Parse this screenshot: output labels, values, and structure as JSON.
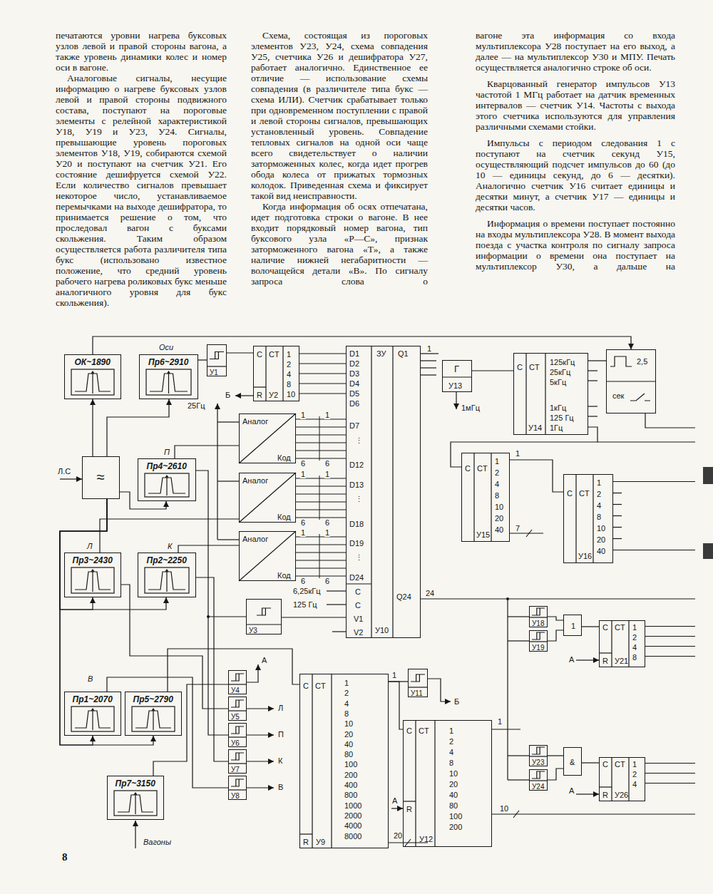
{
  "diagram": {
    "nodes": [
      {
        "text": [
          "ОК~1890"
        ]
      },
      {
        "text": [
          "Пр6~2910"
        ]
      },
      {
        "text": [
          "У1"
        ]
      },
      {
        "text": [
          "C",
          "CT",
          "1",
          "2",
          "4",
          "8",
          "10",
          "R",
          "У2"
        ]
      },
      {
        "text": [
          "D1",
          "D2",
          "D3",
          "D4",
          "D5",
          "D6",
          "D7",
          "⋮",
          "D12",
          "D13",
          "⋮",
          "D18",
          "D19",
          "⋮",
          "D24",
          "C",
          "C",
          "V1",
          "V2",
          "ЗУ",
          "Q1",
          "Q24",
          "У10"
        ]
      },
      {
        "text": [
          "Аналог",
          "Код"
        ]
      },
      {
        "text": [
          "Аналог",
          "Код"
        ]
      },
      {
        "text": [
          "Аналог",
          "Код"
        ]
      },
      {
        "text": [
          "≈"
        ]
      },
      {
        "text": [
          "Пр4~2610"
        ]
      },
      {
        "text": [
          "Пр3~2430"
        ]
      },
      {
        "text": [
          "Пр2~2250"
        ]
      },
      {
        "text": [
          "У3"
        ]
      },
      {
        "text": [
          "Пр1~2070"
        ]
      },
      {
        "text": [
          "Пр5~2790"
        ]
      },
      {
        "text": [
          "Пр7~3150"
        ]
      },
      {
        "text": [
          "У4"
        ]
      },
      {
        "text": [
          "У5"
        ]
      },
      {
        "text": [
          "У6"
        ]
      },
      {
        "text": [
          "У7"
        ]
      },
      {
        "text": [
          "У8"
        ]
      },
      {
        "text": [
          "C",
          "CT",
          "1",
          "2",
          "4",
          "8",
          "10",
          "20",
          "40",
          "80",
          "100",
          "200",
          "400",
          "800",
          "1000",
          "2000",
          "4000",
          "8000",
          "R",
          "У9"
        ]
      },
      {
        "text": [
          "У11"
        ]
      },
      {
        "text": [
          "C",
          "CT",
          "1",
          "2",
          "4",
          "8",
          "10",
          "20",
          "40",
          "80",
          "100",
          "200",
          "R",
          "У12"
        ]
      },
      {
        "text": [
          "Г",
          "У13"
        ]
      },
      {
        "text": [
          "C",
          "CT",
          "125кГц",
          "25кГц",
          "5кГц",
          "1кГц",
          "125 Гц",
          "1Гц",
          "У14"
        ]
      },
      {
        "text": [
          "2,5",
          "сек"
        ]
      },
      {
        "text": [
          "C",
          "CT",
          "1",
          "2",
          "4",
          "8",
          "10",
          "20",
          "40",
          "У15"
        ]
      },
      {
        "text": [
          "C",
          "CT",
          "1",
          "2",
          "4",
          "8",
          "10",
          "20",
          "40",
          "У16"
        ]
      },
      {
        "text": [
          "У18"
        ]
      },
      {
        "text": [
          "У19"
        ]
      },
      {
        "text": [
          "1"
        ]
      },
      {
        "text": [
          "C",
          "CT",
          "1",
          "2",
          "4",
          "8",
          "R",
          "У21"
        ]
      },
      {
        "text": [
          "У23"
        ]
      },
      {
        "text": [
          "У24"
        ]
      },
      {
        "text": [
          "&"
        ]
      },
      {
        "text": [
          "C",
          "CT",
          "1",
          "2",
          "4",
          "R",
          "У26"
        ]
      }
    ],
    "edges": [
      {
        "from": 0,
        "to": 26,
        "arrow": "to"
      },
      {
        "from": 1,
        "to": 2,
        "arrow": "none"
      },
      {
        "from": 2,
        "to": 3,
        "arrow": "none"
      },
      {
        "from": 3,
        "to": 4,
        "arrow": "none"
      },
      {
        "from": 5,
        "to": 4,
        "arrow": "none"
      },
      {
        "from": 6,
        "to": 4,
        "arrow": "none"
      },
      {
        "from": 7,
        "to": 4,
        "arrow": "none"
      },
      {
        "from": 8,
        "to": 0,
        "arrow": "to"
      },
      {
        "from": 8,
        "to": 1,
        "arrow": "to"
      },
      {
        "from": 8,
        "to": 9,
        "arrow": "to"
      },
      {
        "from": 8,
        "to": 10,
        "arrow": "to"
      },
      {
        "from": 8,
        "to": 11,
        "arrow": "to"
      },
      {
        "from": 8,
        "to": 13,
        "arrow": "to"
      },
      {
        "from": 8,
        "to": 14,
        "arrow": "to"
      },
      {
        "from": 9,
        "to": 5,
        "arrow": "none"
      },
      {
        "from": 10,
        "to": 6,
        "arrow": "none"
      },
      {
        "from": 11,
        "to": 7,
        "arrow": "none"
      },
      {
        "from": 12,
        "to": 4,
        "arrow": "none"
      },
      {
        "from": 9,
        "to": 18,
        "arrow": "none"
      },
      {
        "from": 10,
        "to": 17,
        "arrow": "none"
      },
      {
        "from": 11,
        "to": 19,
        "arrow": "none"
      },
      {
        "from": 13,
        "to": 20,
        "arrow": "none"
      },
      {
        "from": 15,
        "to": 16,
        "arrow": "none"
      },
      {
        "from": 14,
        "to": 21,
        "arrow": "none"
      },
      {
        "from": 21,
        "to": 22,
        "arrow": "none"
      },
      {
        "from": 21,
        "to": 23,
        "arrow": "none"
      },
      {
        "from": 24,
        "to": 25,
        "arrow": "none"
      },
      {
        "from": 25,
        "to": 26,
        "arrow": "none"
      },
      {
        "from": 25,
        "to": 27,
        "arrow": "none"
      },
      {
        "from": 27,
        "to": 28,
        "arrow": "none"
      },
      {
        "from": 29,
        "to": 31,
        "arrow": "none"
      },
      {
        "from": 30,
        "to": 31,
        "arrow": "none"
      },
      {
        "from": 31,
        "to": 32,
        "arrow": "none"
      },
      {
        "from": 33,
        "to": 35,
        "arrow": "none"
      },
      {
        "from": 34,
        "to": 35,
        "arrow": "none"
      },
      {
        "from": 35,
        "to": 36,
        "arrow": "none"
      }
    ],
    "labels": [
      "печатаются уровни нагрева буксовых узлов левой и правой стороны вагона, а также уровень динамики колес и номер оси в вагоне.",
      "Аналоговые сигналы, несущие информацию о нагреве буксовых узлов левой и правой стороны подвижного состава, поступают на пороговые элементы с релейной характеристикой У18, У19 и У23, У24. Сигналы, превышающие уровень пороговых элементов У18, У19, собираются схемой У20 и поступают на счетчик У21. Его состояние дешифруется схемой У22. Если количество сигналов превышает некоторое число, устанавливаемое перемычками на выходе дешифратора, то принимается решение о том, что проследовал вагон с буксами скольжения. Таким образом осуществляется работа различителя типа букс (использовано известное положение, что средний уровень рабочего нагрева роликовых букс меньше аналогичного уровня для букс скольжения).",
      "Схема, состоящая из пороговых элементов У23, У24, схема совпадения У25, счетчика У26 и дешифратора У27, работает аналогично. Единственное ее отличие — использование схемы совпадения (в различителе типа букс — схема ИЛИ). Счетчик срабатывает только при одновременном поступлении с правой и левой стороны сигналов, превышающих установленный уровень. Совпадение тепловых сигналов на одной оси чаще всего свидетельствует о наличии заторможенных колес, когда идет прогрев обода колеса от прижатых тормозных колодок. Приведенная схема и фиксирует такой вид неисправности.",
      "Когда информация об осях отпечатана, идет подготовка строки о вагоне. В нее входит порядковый номер вагона, тип буксового узла «Р—С», признак заторможенного вагона «Т», а также наличие нижней негабаритности — волочащейся детали «В». По сигналу запроса слова о",
      "вагоне эта информация со входа мультиплексора У28 поступает на его выход, а далее — на мультиплексор У30 и МПУ. Печать осуществляется аналогично строке об оси.",
      "Кварцованный генератор импульсов У13 частотой 1 МГц работает на датчик временных интервалов — счетчик У14. Частоты с выхода этого счетчика используются для управления различными схемами стойки.",
      "Импульсы с периодом следования 1 с поступают на счетчик секунд У15, осуществляющий подсчет импульсов до 60 (до 10 — единицы секунд, до 6 — десятки). Аналогично счетчик У16 считает единицы и десятки минут, а счетчик У17 — единицы и десятки часов.",
      "Информация о времени поступает постоянно на входы мультиплексора У28. В момент выхода поезда с участка контроля по сигналу запроса информации о времени она поступает на мультиплексор У30, а дальше на",
      "Оси",
      "П",
      "Л",
      "К",
      "В",
      "Л.С",
      "25Гц",
      "Б",
      "1мГц",
      "6,25кГц",
      "125 Гц",
      "1",
      "1",
      "6",
      "6",
      "1",
      "1",
      "6",
      "6",
      "1",
      "1",
      "6",
      "6",
      "1",
      "24",
      "А",
      "Л",
      "П",
      "К",
      "В",
      "Вагоны",
      "1",
      "20",
      "Б",
      "А",
      "1",
      "10",
      "1",
      "7",
      "А",
      "А",
      "8"
    ]
  }
}
